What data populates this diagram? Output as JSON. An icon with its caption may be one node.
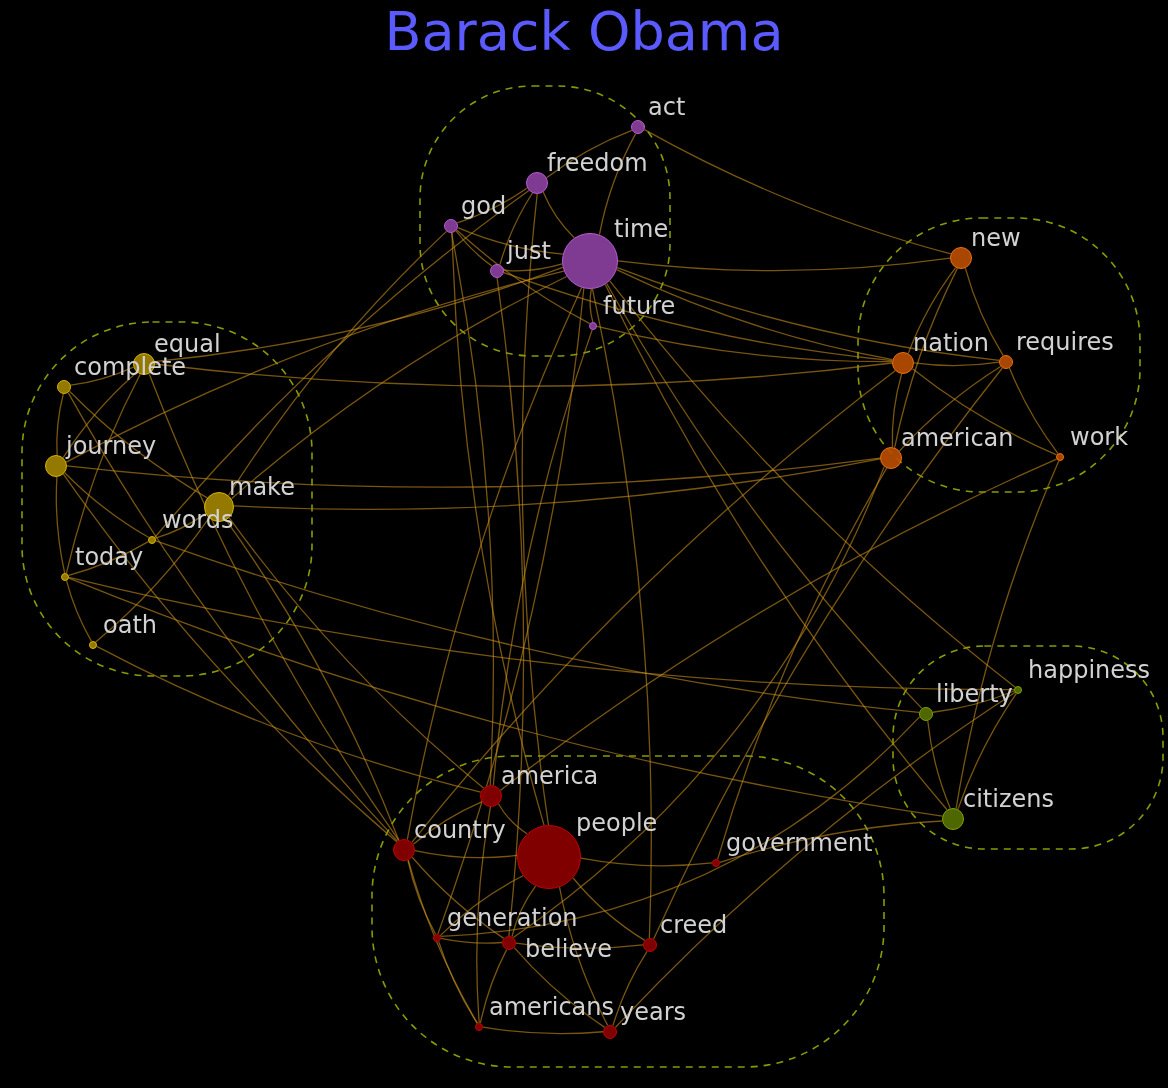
{
  "diagram": {
    "title": "Barack Obama",
    "nodes": [
      {
        "text": [],
        "shape": "blob"
      },
      {
        "text": [
          "act"
        ],
        "in": 0
      },
      {
        "text": [
          "freedom"
        ],
        "in": 0
      },
      {
        "text": [
          "god"
        ],
        "in": 0
      },
      {
        "text": [
          "just"
        ],
        "in": 0
      },
      {
        "text": [
          "time"
        ],
        "in": 0
      },
      {
        "text": [
          "future"
        ],
        "in": 0
      },
      {
        "text": [],
        "shape": "blob"
      },
      {
        "text": [
          "equal"
        ],
        "in": 7
      },
      {
        "text": [
          "complete"
        ],
        "in": 7
      },
      {
        "text": [
          "journey"
        ],
        "in": 7
      },
      {
        "text": [
          "make"
        ],
        "in": 7
      },
      {
        "text": [
          "words"
        ],
        "in": 7
      },
      {
        "text": [
          "today"
        ],
        "in": 7
      },
      {
        "text": [
          "oath"
        ],
        "in": 7
      },
      {
        "text": [],
        "shape": "blob"
      },
      {
        "text": [
          "new"
        ],
        "in": 15
      },
      {
        "text": [
          "nation"
        ],
        "in": 15
      },
      {
        "text": [
          "requires"
        ],
        "in": 15
      },
      {
        "text": [
          "american"
        ],
        "in": 15
      },
      {
        "text": [
          "work"
        ],
        "in": 15
      },
      {
        "text": [],
        "shape": "blob"
      },
      {
        "text": [
          "liberty"
        ],
        "in": 21
      },
      {
        "text": [
          "happiness"
        ],
        "in": 21
      },
      {
        "text": [
          "citizens"
        ],
        "in": 21
      },
      {
        "text": [],
        "shape": "blob"
      },
      {
        "text": [
          "america"
        ],
        "in": 25
      },
      {
        "text": [
          "country"
        ],
        "in": 25
      },
      {
        "text": [
          "people"
        ],
        "in": 25
      },
      {
        "text": [
          "government"
        ],
        "in": 25
      },
      {
        "text": [
          "generation"
        ],
        "in": 25
      },
      {
        "text": [
          "believe"
        ],
        "in": 25
      },
      {
        "text": [
          "creed"
        ],
        "in": 25
      },
      {
        "text": [
          "americans"
        ],
        "in": 25
      },
      {
        "text": [
          "years"
        ],
        "in": 25
      }
    ],
    "edges": [
      {
        "from": 1,
        "to": 2,
        "arrow": "none"
      },
      {
        "from": 1,
        "to": 5,
        "arrow": "none"
      },
      {
        "from": 3,
        "to": 2,
        "arrow": "none"
      },
      {
        "from": 3,
        "to": 5,
        "arrow": "none"
      },
      {
        "from": 3,
        "to": 4,
        "arrow": "none"
      },
      {
        "from": 4,
        "to": 5,
        "arrow": "none"
      },
      {
        "from": 2,
        "to": 5,
        "arrow": "none"
      },
      {
        "from": 2,
        "to": 4,
        "arrow": "none"
      },
      {
        "from": 5,
        "to": 6,
        "arrow": "none"
      },
      {
        "from": 3,
        "to": 6,
        "arrow": "none"
      },
      {
        "from": 1,
        "to": 16,
        "arrow": "none"
      },
      {
        "from": 5,
        "to": 17,
        "arrow": "none"
      },
      {
        "from": 5,
        "to": 18,
        "arrow": "none"
      },
      {
        "from": 5,
        "to": 16,
        "arrow": "none"
      },
      {
        "from": 5,
        "to": 24,
        "arrow": "none"
      },
      {
        "from": 5,
        "to": 22,
        "arrow": "none"
      },
      {
        "from": 5,
        "to": 23,
        "arrow": "none"
      },
      {
        "from": 2,
        "to": 28,
        "arrow": "none"
      },
      {
        "from": 3,
        "to": 28,
        "arrow": "none"
      },
      {
        "from": 3,
        "to": 11,
        "arrow": "none"
      },
      {
        "from": 5,
        "to": 11,
        "arrow": "none"
      },
      {
        "from": 2,
        "to": 12,
        "arrow": "none"
      },
      {
        "from": 5,
        "to": 10,
        "arrow": "none"
      },
      {
        "from": 6,
        "to": 26,
        "arrow": "none"
      },
      {
        "from": 6,
        "to": 17,
        "arrow": "none"
      },
      {
        "from": 5,
        "to": 27,
        "arrow": "none"
      },
      {
        "from": 4,
        "to": 17,
        "arrow": "none"
      },
      {
        "from": 9,
        "to": 8,
        "arrow": "none"
      },
      {
        "from": 9,
        "to": 10,
        "arrow": "none"
      },
      {
        "from": 9,
        "to": 11,
        "arrow": "none"
      },
      {
        "from": 8,
        "to": 10,
        "arrow": "none"
      },
      {
        "from": 8,
        "to": 13,
        "arrow": "none"
      },
      {
        "from": 10,
        "to": 13,
        "arrow": "none"
      },
      {
        "from": 10,
        "to": 12,
        "arrow": "none"
      },
      {
        "from": 13,
        "to": 12,
        "arrow": "none"
      },
      {
        "from": 13,
        "to": 14,
        "arrow": "none"
      },
      {
        "from": 14,
        "to": 11,
        "arrow": "none"
      },
      {
        "from": 12,
        "to": 11,
        "arrow": "none"
      },
      {
        "from": 8,
        "to": 17,
        "arrow": "none"
      },
      {
        "from": 8,
        "to": 5,
        "arrow": "none"
      },
      {
        "from": 10,
        "to": 19,
        "arrow": "none"
      },
      {
        "from": 11,
        "to": 19,
        "arrow": "none"
      },
      {
        "from": 12,
        "to": 22,
        "arrow": "none"
      },
      {
        "from": 13,
        "to": 23,
        "arrow": "none"
      },
      {
        "from": 14,
        "to": 26,
        "arrow": "none"
      },
      {
        "from": 11,
        "to": 26,
        "arrow": "none"
      },
      {
        "from": 10,
        "to": 27,
        "arrow": "none"
      },
      {
        "from": 9,
        "to": 27,
        "arrow": "none"
      },
      {
        "from": 8,
        "to": 27,
        "arrow": "none"
      },
      {
        "from": 13,
        "to": 24,
        "arrow": "none"
      },
      {
        "from": 16,
        "to": 17,
        "arrow": "none"
      },
      {
        "from": 16,
        "to": 19,
        "arrow": "none"
      },
      {
        "from": 16,
        "to": 18,
        "arrow": "none"
      },
      {
        "from": 17,
        "to": 18,
        "arrow": "none"
      },
      {
        "from": 17,
        "to": 19,
        "arrow": "none"
      },
      {
        "from": 17,
        "to": 20,
        "arrow": "none"
      },
      {
        "from": 18,
        "to": 19,
        "arrow": "none"
      },
      {
        "from": 18,
        "to": 20,
        "arrow": "none"
      },
      {
        "from": 19,
        "to": 29,
        "arrow": "none"
      },
      {
        "from": 17,
        "to": 27,
        "arrow": "none"
      },
      {
        "from": 20,
        "to": 26,
        "arrow": "none"
      },
      {
        "from": 20,
        "to": 24,
        "arrow": "none"
      },
      {
        "from": 18,
        "to": 32,
        "arrow": "none"
      },
      {
        "from": 19,
        "to": 31,
        "arrow": "none"
      },
      {
        "from": 22,
        "to": 23,
        "arrow": "none"
      },
      {
        "from": 22,
        "to": 24,
        "arrow": "none"
      },
      {
        "from": 23,
        "to": 24,
        "arrow": "none"
      },
      {
        "from": 24,
        "to": 29,
        "arrow": "none"
      },
      {
        "from": 23,
        "to": 34,
        "arrow": "none"
      },
      {
        "from": 22,
        "to": 30,
        "arrow": "none"
      },
      {
        "from": 26,
        "to": 27,
        "arrow": "none"
      },
      {
        "from": 26,
        "to": 28,
        "arrow": "none"
      },
      {
        "from": 27,
        "to": 28,
        "arrow": "none"
      },
      {
        "from": 28,
        "to": 29,
        "arrow": "none"
      },
      {
        "from": 27,
        "to": 30,
        "arrow": "none"
      },
      {
        "from": 27,
        "to": 31,
        "arrow": "none"
      },
      {
        "from": 28,
        "to": 31,
        "arrow": "none"
      },
      {
        "from": 28,
        "to": 32,
        "arrow": "none"
      },
      {
        "from": 30,
        "to": 31,
        "arrow": "none"
      },
      {
        "from": 31,
        "to": 32,
        "arrow": "none"
      },
      {
        "from": 30,
        "to": 33,
        "arrow": "none"
      },
      {
        "from": 31,
        "to": 33,
        "arrow": "none"
      },
      {
        "from": 33,
        "to": 34,
        "arrow": "none"
      },
      {
        "from": 31,
        "to": 34,
        "arrow": "none"
      },
      {
        "from": 32,
        "to": 34,
        "arrow": "none"
      },
      {
        "from": 28,
        "to": 34,
        "arrow": "none"
      },
      {
        "from": 26,
        "to": 33,
        "arrow": "none"
      },
      {
        "from": 28,
        "to": 30,
        "arrow": "none"
      },
      {
        "from": 27,
        "to": 33,
        "arrow": "none"
      },
      {
        "from": 32,
        "to": 5,
        "arrow": "none"
      },
      {
        "from": 30,
        "to": 5,
        "arrow": "none"
      },
      {
        "from": 31,
        "to": 4,
        "arrow": "none"
      },
      {
        "from": 26,
        "to": 3,
        "arrow": "none"
      },
      {
        "from": 27,
        "to": 11,
        "arrow": "none"
      }
    ]
  }
}
